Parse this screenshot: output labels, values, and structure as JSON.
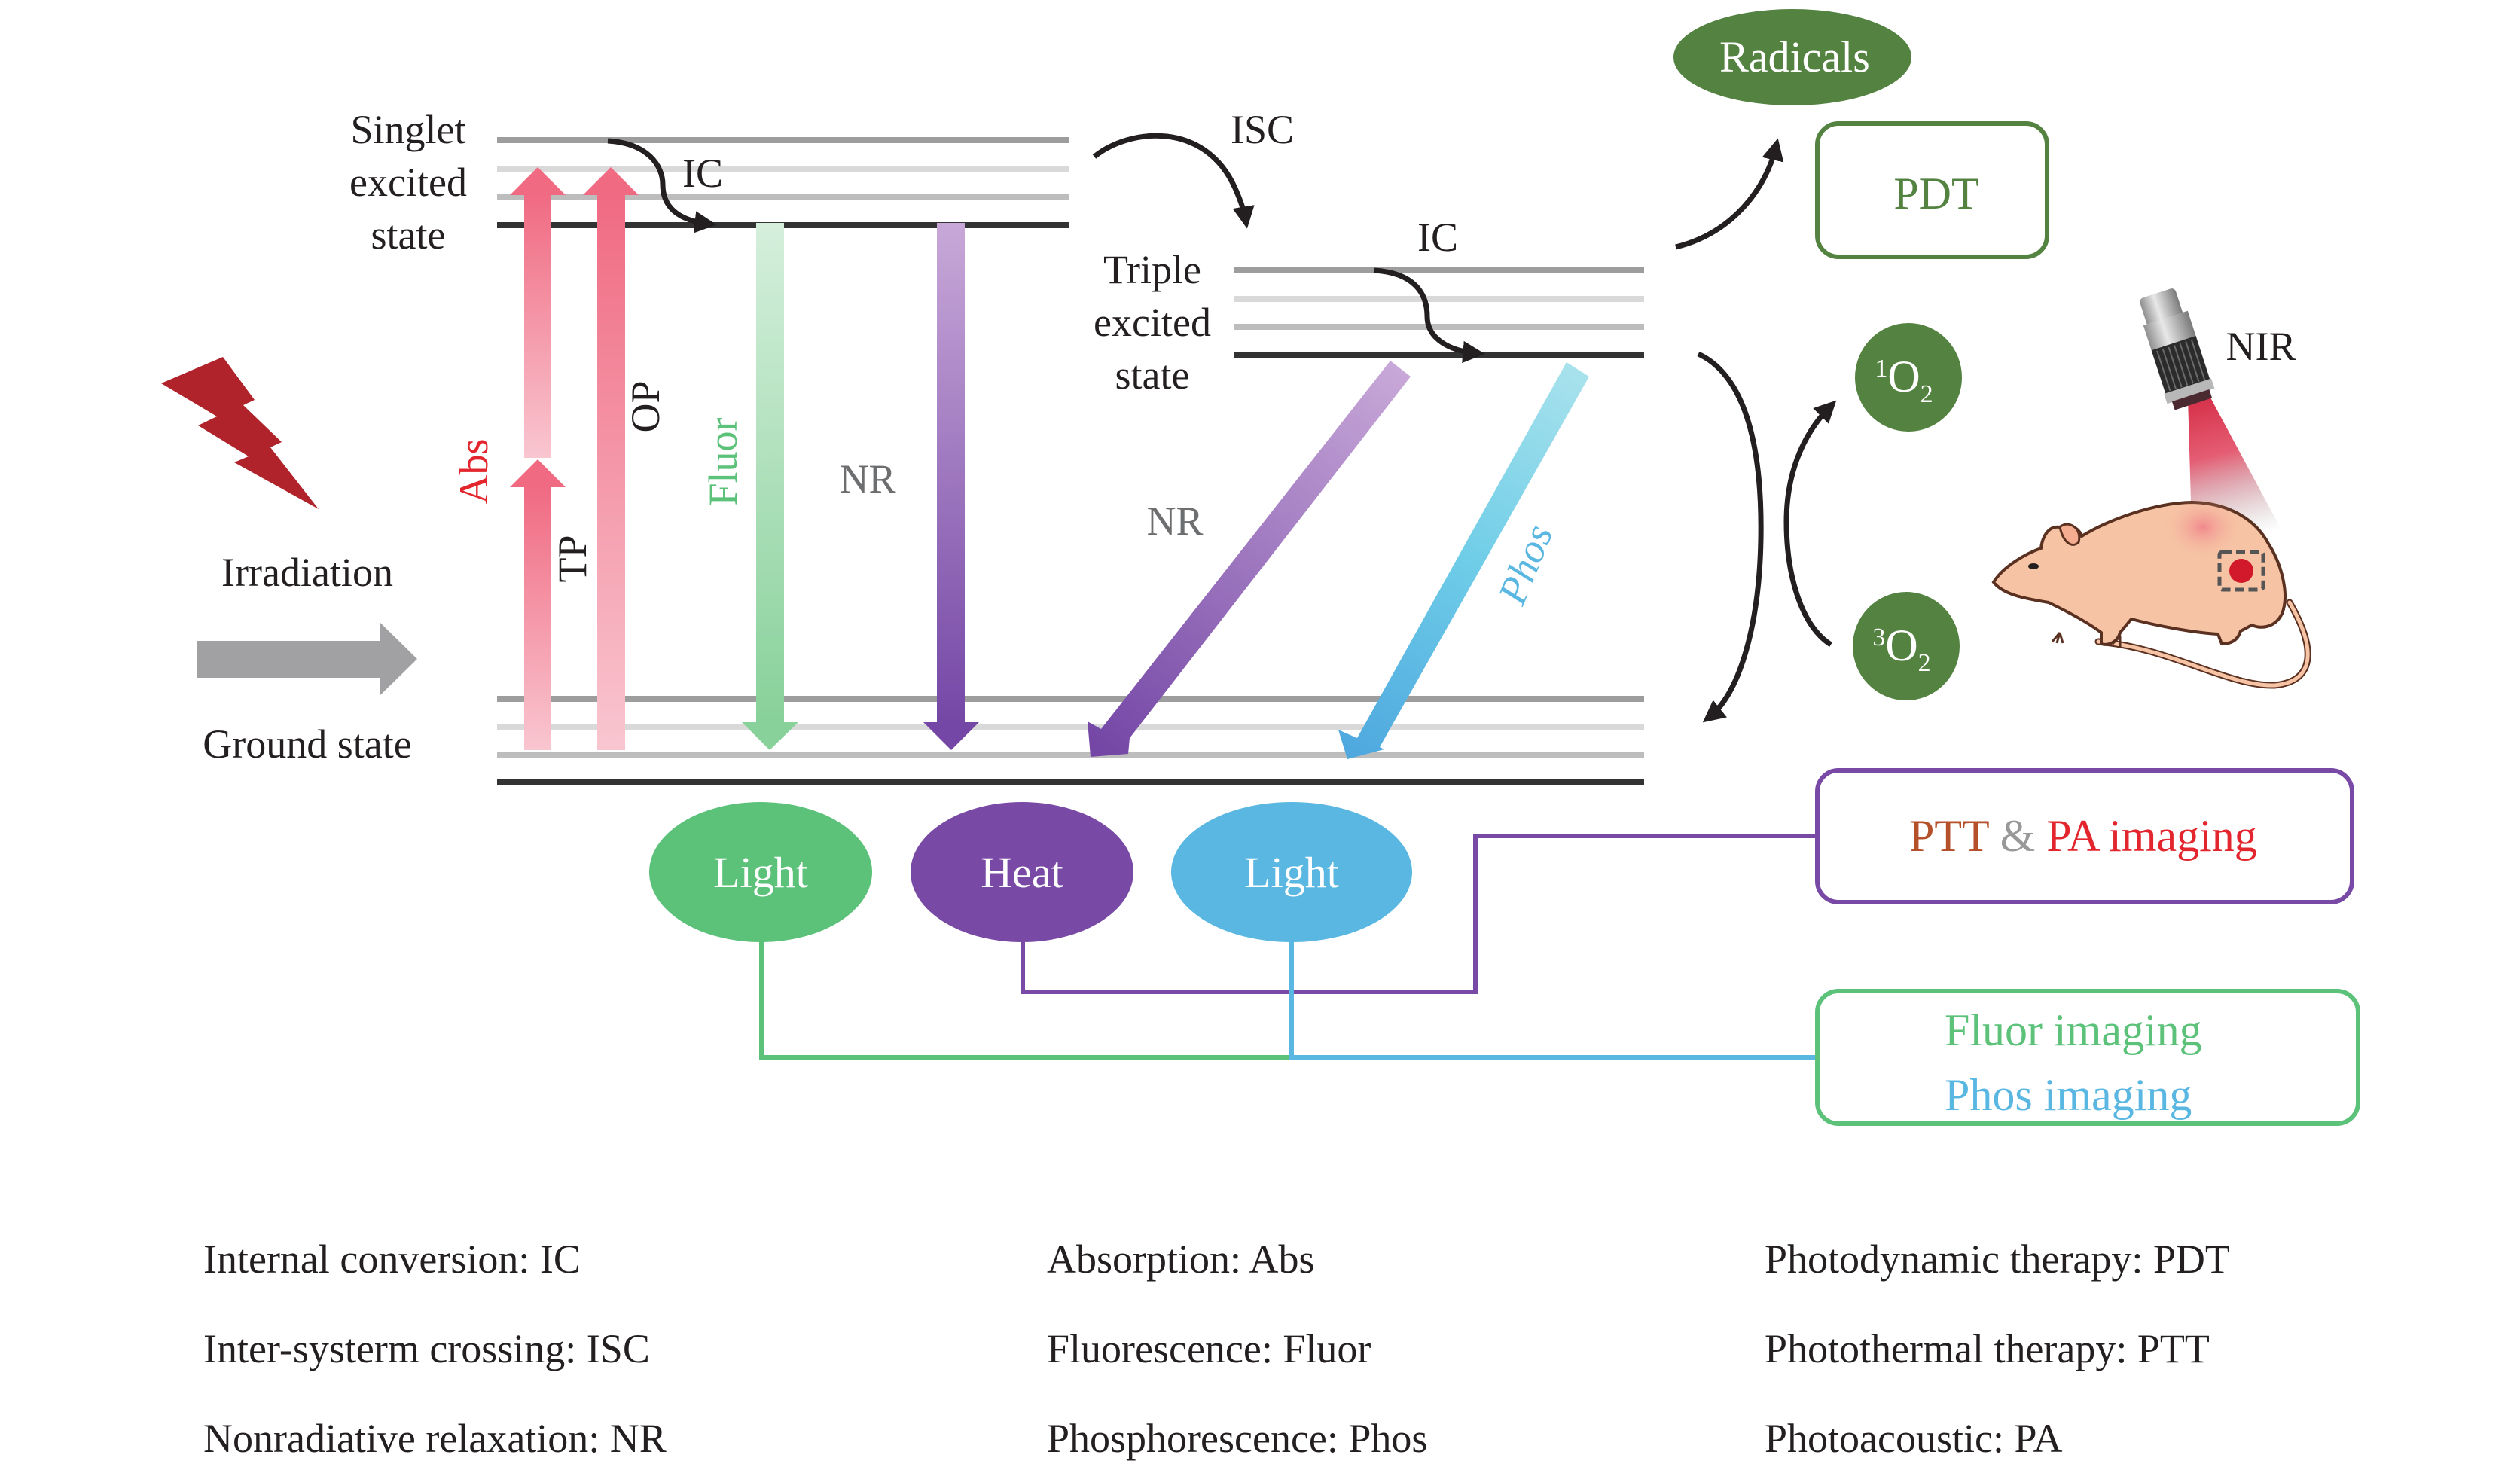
{
  "colors": {
    "level_top": "#9d9d9d",
    "level_mid_light": "#d9d9d9",
    "level_mid": "#bdbdbd",
    "level_base": "#333333",
    "abs_pink": "#f06a82",
    "abs_pink_light": "#f9c6d0",
    "fluor_green_light": "#d5efdc",
    "fluor_green": "#88d19a",
    "nr_purple_light": "#c8a8d8",
    "nr_purple": "#7447a6",
    "phos_blue_light": "#a8e2ec",
    "phos_blue": "#4fa9df",
    "light_green": "#5cc27a",
    "heat_purple": "#7849a5",
    "light_blue": "#59b7e2",
    "dark_green": "#538241",
    "bolt_red": "#b0232b",
    "irradiation_gray": "#a1a0a3",
    "ptt_brown": "#b5512a",
    "amp_gray": "#999999",
    "pa_red": "#e3262e"
  },
  "labels": {
    "singlet": [
      "Singlet",
      "excited",
      "state"
    ],
    "triplet": [
      "Triple",
      "excited",
      "state"
    ],
    "ground": "Ground state",
    "irradiation": "Irradiation",
    "ic_singlet": "IC",
    "ic_triplet": "IC",
    "isc": "ISC",
    "abs": "Abs",
    "tp": "TP",
    "op": "OP",
    "fluor": "Fluor",
    "nr_singlet": "NR",
    "nr_triplet": "NR",
    "phos": "Phos",
    "nir": "NIR"
  },
  "outputs": {
    "light_fluor": "Light",
    "heat": "Heat",
    "light_phos": "Light"
  },
  "species": {
    "radicals": "Radicals",
    "singlet_oxygen": {
      "sup": "1",
      "base": "O",
      "sub": "2"
    },
    "triplet_oxygen": {
      "sup": "3",
      "base": "O",
      "sub": "2"
    }
  },
  "applications": {
    "pdt": "PDT",
    "ptt": "PTT",
    "amp": "&",
    "pa_imaging": "PA imaging",
    "fluor_imaging": "Fluor imaging",
    "phos_imaging": "Phos imaging"
  },
  "legend": {
    "col1": [
      "Internal conversion: IC",
      "Inter-systerm crossing: ISC",
      "Nonradiative relaxation: NR"
    ],
    "col2": [
      "Absorption: Abs",
      "Fluorescence: Fluor",
      "Phosphorescence: Phos"
    ],
    "col3": [
      "Photodynamic therapy: PDT",
      "Photothermal therapy: PTT",
      "Photoacoustic: PA"
    ]
  }
}
